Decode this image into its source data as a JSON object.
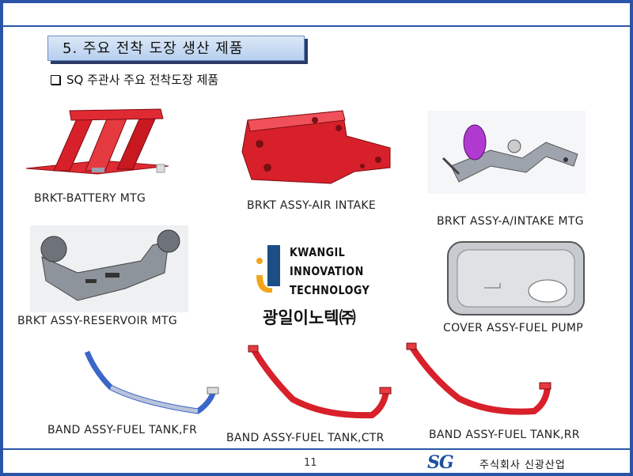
{
  "section": {
    "title": "5. 주요  전착 도장 생산 제품"
  },
  "subtitle": {
    "text": "SQ  주관사 주요 전착도장 제품"
  },
  "parts": [
    {
      "label": "BRKT-BATTERY MTG"
    },
    {
      "label": "BRKT ASSY-AIR INTAKE"
    },
    {
      "label": "BRKT ASSY-A/INTAKE MTG"
    },
    {
      "label": "BRKT ASSY-RESERVOIR MTG"
    },
    {
      "label": "COVER ASSY-FUEL PUMP"
    },
    {
      "label": "BAND ASSY-FUEL TANK,FR"
    },
    {
      "label": "BAND ASSY-FUEL TANK,CTR"
    },
    {
      "label": "BAND ASSY-FUEL TANK,RR"
    }
  ],
  "logo": {
    "line1": "KWANGIL",
    "line2": "INNOVATION",
    "line3": "TECHNOLOGY",
    "korean": "광일이노텍㈜"
  },
  "footer": {
    "page": "11",
    "brand": "SG",
    "company": "주식회사  신광산업"
  },
  "colors": {
    "frame": "#2a55a6",
    "part_red": "#d8202a"
  }
}
